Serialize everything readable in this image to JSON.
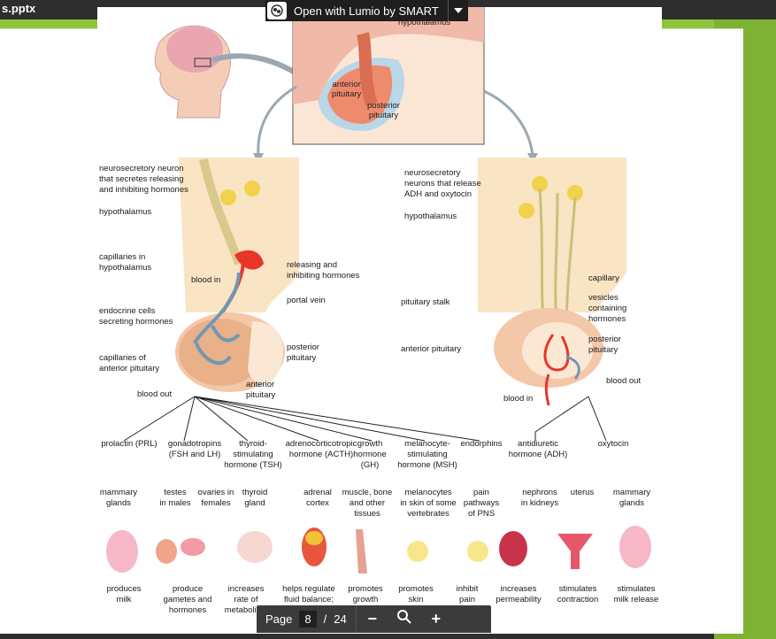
{
  "window": {
    "file_title": "s.pptx"
  },
  "lumio": {
    "label": "Open with Lumio by SMART"
  },
  "inset": {
    "hypothalamus": "hypothalamus",
    "anterior": "anterior\npituitary",
    "posterior": "posterior\npituitary"
  },
  "left_panel": {
    "neurosecretory": "neurosecretory neuron\nthat secretes releasing\nand inhibiting hormones",
    "hypothalamus": "hypothalamus",
    "capillaries_hypo": "capillaries in\nhypothalamus",
    "blood_in": "blood in",
    "releasing": "releasing and\ninhibiting hormones",
    "portal_vein": "portal vein",
    "endocrine": "endocrine cells\nsecreting hormones",
    "posterior": "posterior\npituitary",
    "capillaries_ant": "capillaries of\nanterior pituitary",
    "blood_out": "blood out",
    "anterior": "anterior\npituitary"
  },
  "right_panel": {
    "neurosecretory": "neurosecretory\nneurons that release\nADH and oxytocin",
    "hypothalamus": "hypothalamus",
    "capillary": "capillary",
    "vesicles": "vesicles\ncontaining\nhormones",
    "stalk": "pituitary stalk",
    "posterior": "posterior\npituitary",
    "anterior": "anterior pituitary",
    "blood_out": "blood out",
    "blood_in": "blood in"
  },
  "hormones": [
    "prolactin (PRL)",
    "gonadotropins\n(FSH and LH)",
    "thyroid-\nstimulating\nhormone (TSH)",
    "adrenocorticotropic\nhormone (ACTH)",
    "growth\nhormone\n(GH)",
    "melanocyte-\nstimulating\nhormone (MSH)",
    "endorphins",
    "antidiuretic\nhormone (ADH)",
    "oxytocin"
  ],
  "targets": [
    "mammary\nglands",
    "testes\nin males",
    "ovaries in\nfemales",
    "thyroid\ngland",
    "adrenal\ncortex",
    "muscle, bone\nand other\ntissues",
    "melanocytes\nin skin of some\nvertebrates",
    "pain\npathways\nof PNS",
    "nephrons\nin kidneys",
    "uterus",
    "mammary\nglands"
  ],
  "effects": [
    "produces\nmilk",
    "produce\ngametes and\nhormones",
    "increases\nrate of\nmetabolism",
    "helps regulate\nfluid balance;\nhelps body\ncope with stress",
    "promotes\ngrowth",
    "promotes\nskin\ndarkening",
    "inhibit\npain\nperception",
    "increases\npermeability",
    "stimulates\ncontraction",
    "stimulates\nmilk release"
  ],
  "pager": {
    "page_label": "Page",
    "current": "8",
    "sep": "/",
    "total": "24"
  },
  "colors": {
    "accent_green": "#8fc43f",
    "artery_red": "#e8352a",
    "vein_blue": "#6f98b3"
  }
}
